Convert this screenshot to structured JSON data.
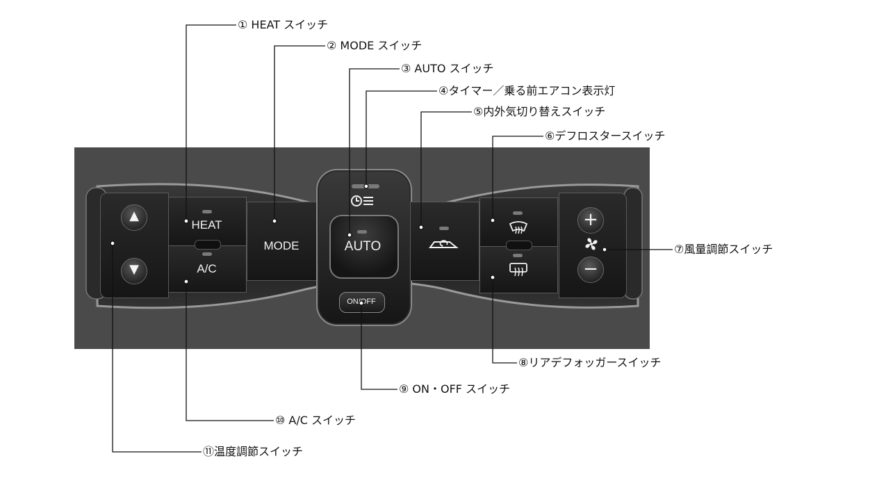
{
  "callouts": [
    "① HEAT スイッチ",
    "② MODE スイッチ",
    "③ AUTO スイッチ",
    "④タイマー／乗る前エアコン表示灯",
    "⑤内外気切り替えスイッチ",
    "⑥デフロスタースイッチ",
    "⑦風量調節スイッチ",
    "⑧リアデフォッガースイッチ",
    "⑨ ON・OFF スイッチ",
    "⑩ A/C スイッチ",
    "⑪温度調節スイッチ"
  ],
  "buttons": {
    "heat": "HEAT",
    "ac": "A/C",
    "mode": "MODE",
    "auto": "AUTO",
    "onoff": "ON/OFF"
  },
  "icons": {
    "up": "up-arrow-icon",
    "down": "down-arrow-icon",
    "plus": "plus-icon",
    "minus": "minus-icon",
    "fan": "fan-icon",
    "timer": "timer-icon",
    "recirc": "recirculation-icon",
    "defrost": "front-defroster-icon",
    "rear": "rear-defogger-icon"
  },
  "colors": {
    "panel": "#4a4a4a",
    "button": "#1e1e1e",
    "led": "#7a7a7a",
    "leader": "#111111"
  }
}
